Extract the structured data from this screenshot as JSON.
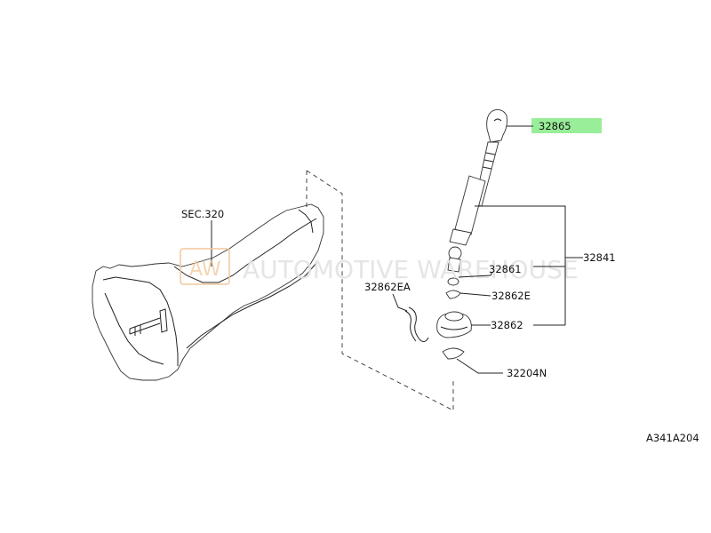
{
  "watermark": {
    "logo": "AW",
    "text": "AUTOMOTIVE WAREHOUSE"
  },
  "section_ref": "SEC.320",
  "callouts": {
    "knob": "32865",
    "lever_assy": "32841",
    "bushing": "32861",
    "clip": "32862E",
    "boot": "32862",
    "clip_ea": "32862EA",
    "snap_ring": "32204N"
  },
  "highlight_color": "#99ee99",
  "diagram_id": "A341A204"
}
